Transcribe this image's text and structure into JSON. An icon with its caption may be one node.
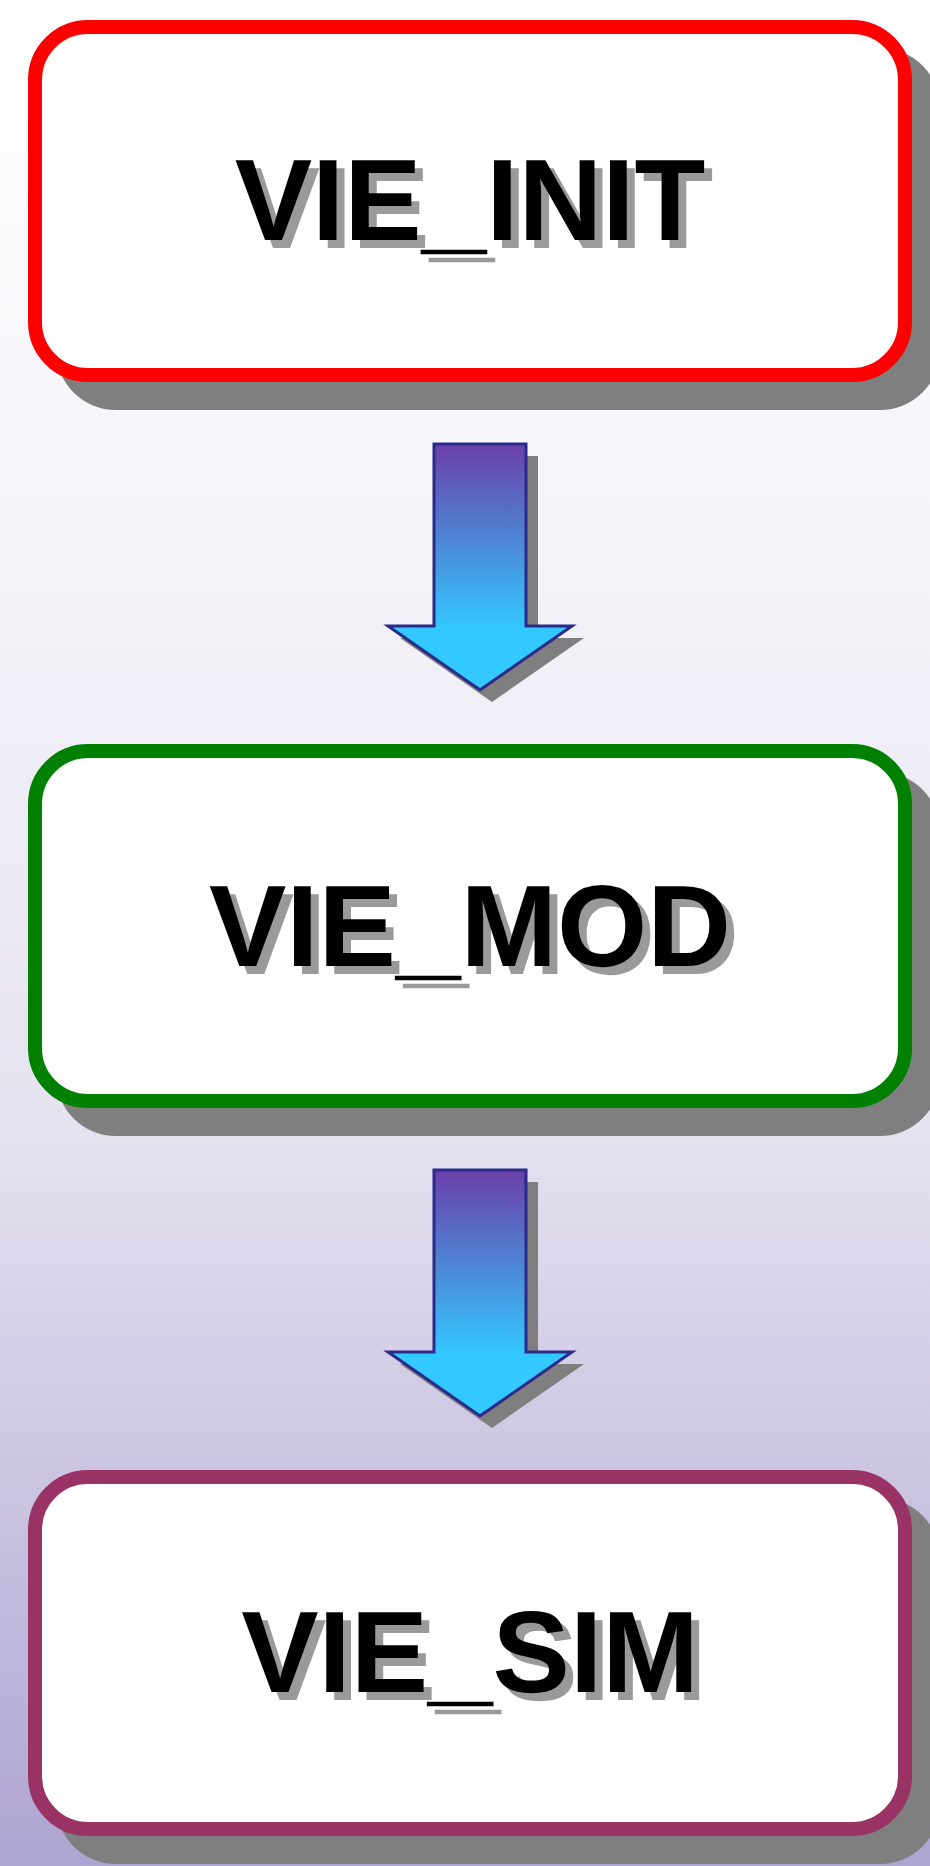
{
  "diagram": {
    "nodes": [
      {
        "text": [
          "VIE_INIT"
        ]
      },
      {
        "text": [
          "VIE_MOD"
        ]
      },
      {
        "text": [
          "VIE_SIM"
        ]
      }
    ],
    "edges": [
      {
        "from": 0,
        "to": 1,
        "arrow": "to"
      },
      {
        "from": 1,
        "to": 2,
        "arrow": "to"
      }
    ]
  }
}
